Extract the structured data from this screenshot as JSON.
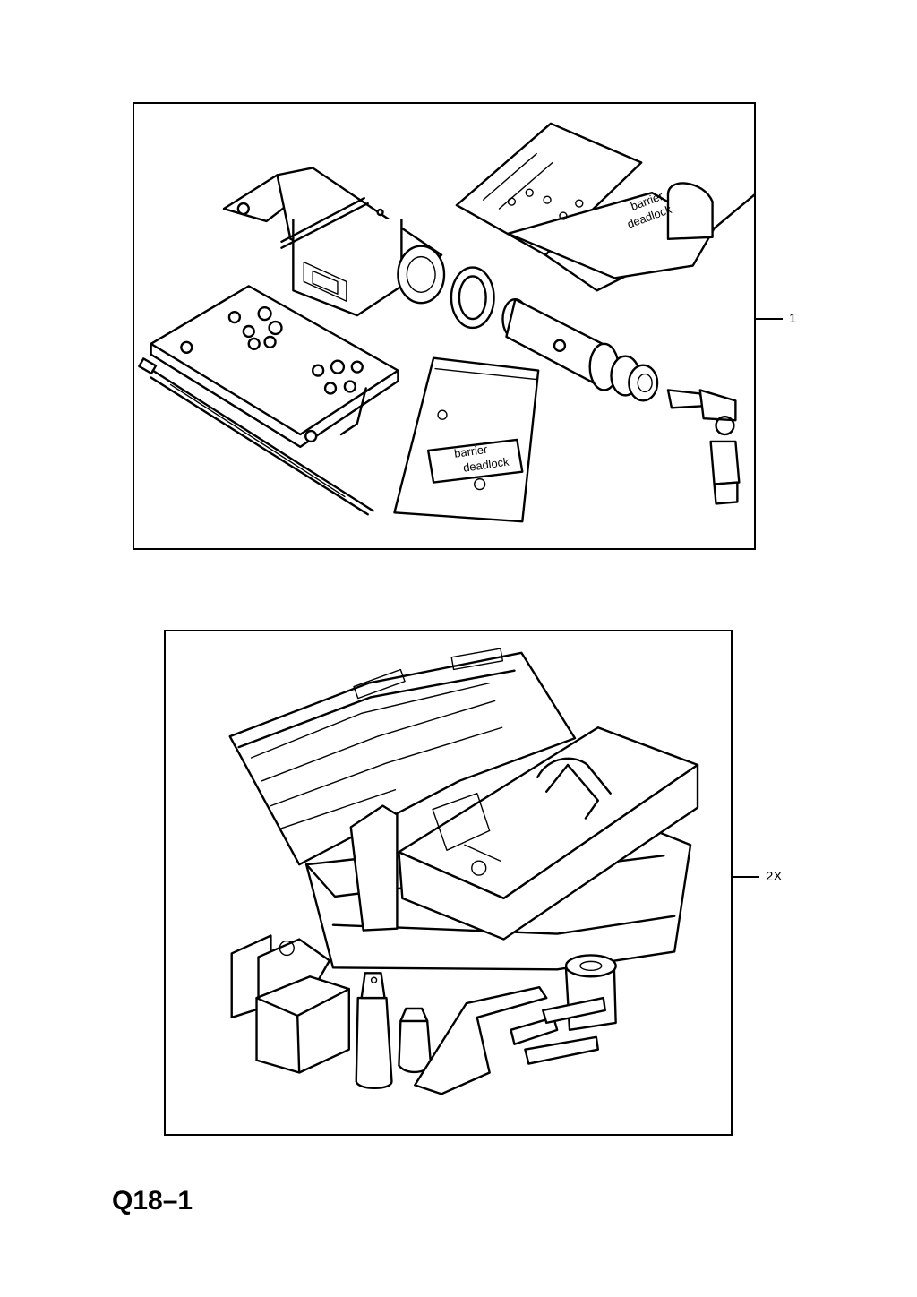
{
  "page_code": "Q18–1",
  "figures": [
    {
      "callout": "1",
      "icon": "deadlock-kit-illustration"
    },
    {
      "callout": "2X",
      "icon": "toolbox-kit-illustration"
    }
  ],
  "package_labels": {
    "large_bag_line1": "barrier",
    "large_bag_line2": "deadlock",
    "small_bag_line1": "barrier",
    "small_bag_line2": "deadlock"
  }
}
